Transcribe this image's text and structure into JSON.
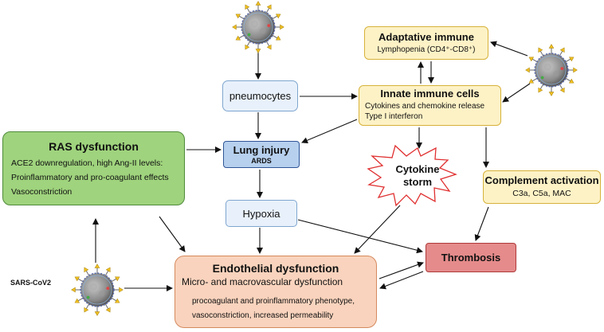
{
  "adaptative": {
    "title": "Adaptative immune",
    "detail": "Lymphopenia (CD4⁺-CD8⁺)"
  },
  "innate": {
    "title": "Innate immune cells",
    "line1": "Cytokines and chemokine release",
    "line2": "Type I interferon"
  },
  "pneumocytes": {
    "label": "pneumocytes"
  },
  "ras": {
    "title": "RAS dysfunction",
    "line1": "ACE2 downregulation, high Ang-II levels:",
    "line2": "Proinflammatory and pro-coagulant effects",
    "line3": "Vasoconstriction"
  },
  "lung": {
    "title": "Lung injury",
    "subtitle": "ARDS"
  },
  "storm": {
    "line1": "Cytokine",
    "line2": "storm"
  },
  "complement": {
    "title": "Complement activation",
    "detail": "C3a, C5a, MAC"
  },
  "hypoxia": {
    "label": "Hypoxia"
  },
  "thrombosis": {
    "label": "Thrombosis"
  },
  "endothelial": {
    "title": "Endothelial dysfunction",
    "subtitle": "Micro- and macrovascular dysfunction",
    "line1": "procoagulant and proinflammatory phenotype,",
    "line2": "vasoconstriction, increased permeability"
  },
  "virus_label": "SARS-CoV2",
  "colors": {
    "immune_fill": "#fdf2c6",
    "ras_fill": "#9fd37d",
    "lung_fill": "#b7d0ee",
    "endothelial_fill": "#f9d3bd",
    "thrombosis_fill": "#e58b8b",
    "storm_outline": "#e03030"
  }
}
